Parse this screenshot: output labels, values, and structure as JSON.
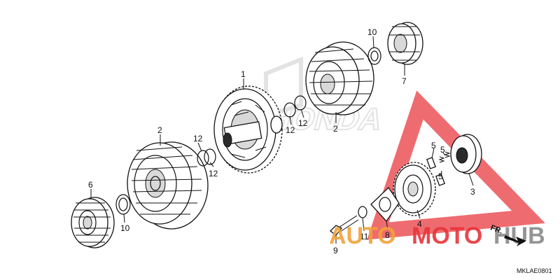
{
  "diagram_code": "MKLAE0801",
  "callouts": {
    "p1": "1",
    "p2a": "2",
    "p2b": "2",
    "p3": "3",
    "p4": "4",
    "p5a": "5",
    "p5b": "5",
    "p5c": "5",
    "p6": "6",
    "p7": "7",
    "p8": "8",
    "p9": "9",
    "p10a": "10",
    "p10b": "10",
    "p11": "11",
    "p12a": "12",
    "p12b": "12",
    "p12c": "12",
    "p12d": "12"
  },
  "watermark": {
    "brand_left": "AUTO",
    "brand_mid": "MOTO",
    "brand_right": "HUB",
    "fr_label": "FR."
  },
  "colors": {
    "watermark_red": "#e8343a",
    "watermark_orange": "#f2a23a",
    "watermark_gray": "#8a8a8a"
  }
}
